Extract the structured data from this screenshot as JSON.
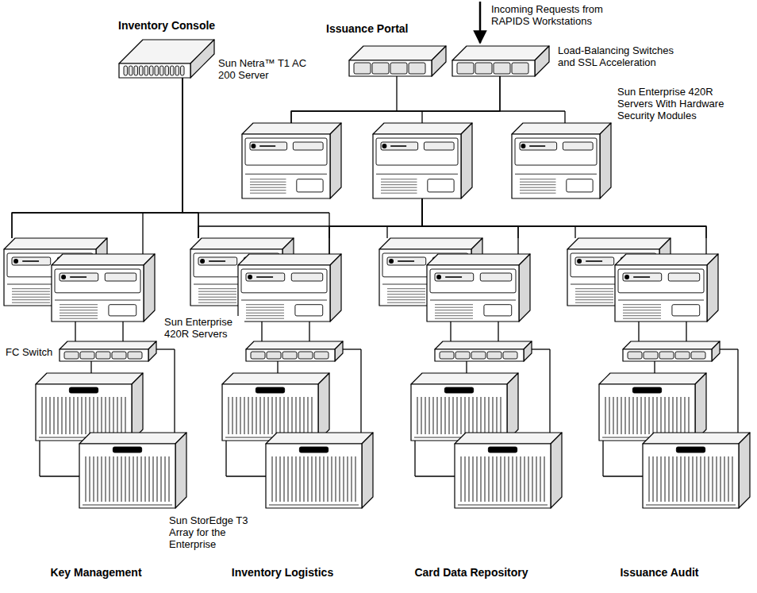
{
  "diagram": {
    "nodes": [
      {
        "text": [
          "Inventory Console",
          "Sun Netra™ T1 AC 200 Server"
        ]
      },
      {
        "text": [
          "Issuance Portal",
          "Load-Balancing Switches and SSL Acceleration"
        ]
      },
      {
        "text": [
          "Sun Enterprise 420R Servers With Hardware Security Modules"
        ]
      },
      {
        "text": [
          "Key Management"
        ]
      },
      {
        "text": [
          "Inventory Logistics"
        ]
      },
      {
        "text": [
          "Card Data Repository"
        ]
      },
      {
        "text": [
          "Issuance Audit"
        ]
      }
    ],
    "edges": [
      {
        "from": 1,
        "to": 2,
        "arrow": "none"
      },
      {
        "from": 0,
        "to": 3,
        "arrow": "none"
      },
      {
        "from": 0,
        "to": 4,
        "arrow": "none"
      },
      {
        "from": 2,
        "to": 4,
        "arrow": "none"
      },
      {
        "from": 2,
        "to": 5,
        "arrow": "none"
      },
      {
        "from": 2,
        "to": 6,
        "arrow": "none"
      }
    ],
    "labels": [
      "Incoming Requests from RAPIDS Workstations",
      "Sun Enterprise 420R Servers",
      "FC Switch",
      "Sun StorEdge T3 Array for the Enterprise"
    ]
  }
}
